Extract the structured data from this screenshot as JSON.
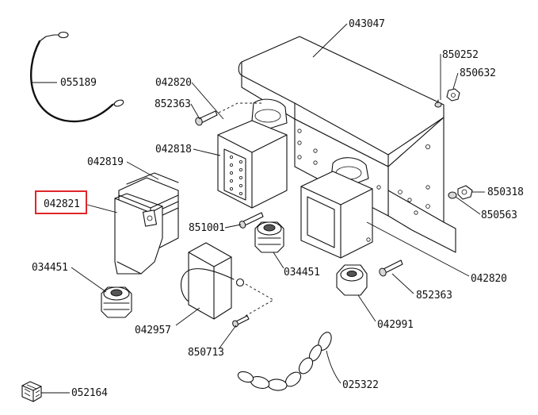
{
  "highlight_color": "#e0262a",
  "parts": {
    "p043047": "043047",
    "p850252": "850252",
    "p850632": "850632",
    "p055189": "055189",
    "p042820_top": "042820",
    "p852363_top": "852363",
    "p042818": "042818",
    "p042819": "042819",
    "p042821": "042821",
    "p850318": "850318",
    "p850563": "850563",
    "p851001": "851001",
    "p034451_right": "034451",
    "p034451_left": "034451",
    "p042820_bottom": "042820",
    "p852363_bottom": "852363",
    "p042957": "042957",
    "p042991": "042991",
    "p850713": "850713",
    "p025322": "025322",
    "p052164": "052164"
  },
  "highlighted_part": "042821"
}
